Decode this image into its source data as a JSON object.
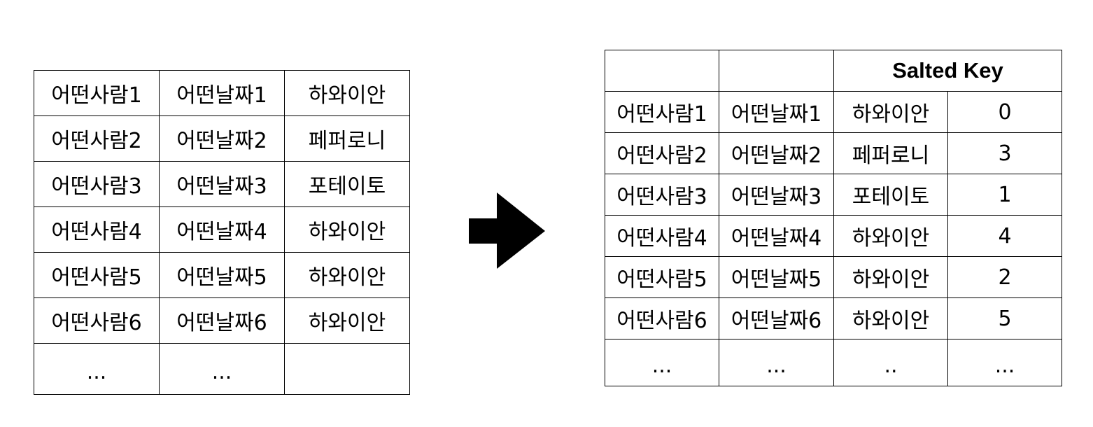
{
  "left_table": {
    "rows": [
      [
        "어떤사람1",
        "어떤날짜1",
        "하와이안"
      ],
      [
        "어떤사람2",
        "어떤날짜2",
        "페퍼로니"
      ],
      [
        "어떤사람3",
        "어떤날짜3",
        "포테이토"
      ],
      [
        "어떤사람4",
        "어떤날짜4",
        "하와이안"
      ],
      [
        "어떤사람5",
        "어떤날짜5",
        "하와이안"
      ],
      [
        "어떤사람6",
        "어떤날짜6",
        "하와이안"
      ],
      [
        "...",
        "...",
        ""
      ]
    ]
  },
  "right_table": {
    "header": [
      "",
      "",
      "Salted Key"
    ],
    "rows": [
      [
        "어떤사람1",
        "어떤날짜1",
        "하와이안",
        "0"
      ],
      [
        "어떤사람2",
        "어떤날짜2",
        "페퍼로니",
        "3"
      ],
      [
        "어떤사람3",
        "어떤날짜3",
        "포테이토",
        "1"
      ],
      [
        "어떤사람4",
        "어떤날짜4",
        "하와이안",
        "4"
      ],
      [
        "어떤사람5",
        "어떤날짜5",
        "하와이안",
        "2"
      ],
      [
        "어떤사람6",
        "어떤날짜6",
        "하와이안",
        "5"
      ],
      [
        "...",
        "...",
        "..",
        "..."
      ]
    ]
  },
  "arrow": {
    "icon": "right-arrow-icon",
    "color": "#000000"
  }
}
